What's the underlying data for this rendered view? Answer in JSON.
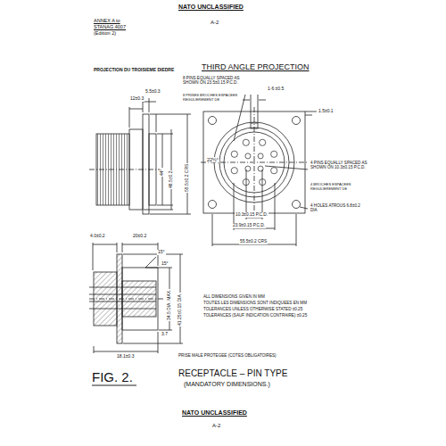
{
  "diagram": {
    "labels": [
      "NATO UNCLASSIFIED",
      "ANNEX A to",
      "STANAG 4007",
      "(Edition 2)",
      "A-2",
      "PROJECTION DU TROISIEME DIEDRE",
      "THIRD ANGLE PROJECTION",
      "8 PINS EQUALLY SPACED AS SHOWN ON 23.5±0.15 P.C.D.",
      "8 PRISES BROCHES ESPACEES REGULIEREMENT DE",
      "1·6 ±0.5",
      "1.5±0.1",
      "12±0.3",
      "5.5±0.3",
      "44°",
      "46.5±0.2",
      "55.5±0.2 CRS",
      "22½°",
      "4 PINS EQUALLY SPACED AS SHOWN ON 10.3±0.15 P.C.D.",
      "4 BROCHES ESPACEES REGULIEREMENT DE",
      "10.3±0.15 P.C.D.",
      "23.9±0.15 P.C.D.",
      "55.5±0.2 CRS",
      "4 HOLES ATROUS 6.8±0.2 DIA",
      "4.0±0.2",
      "20±0.2",
      "15°",
      "15°",
      "34.5 DIA. MAX.",
      "41.25±0.15 DIA.",
      "3.7",
      "18.1±0.3",
      "ALL DIMENSIONS GIVEN IN MM",
      "TOUTES LES DIMENSIONS SONT INDIQUEES EN MM",
      "TOLERANCES UNLESS OTHERWISE STATED ±0.25",
      "TOLERANCES (SAUF INDICATION CONTRAIRE) ±0.25",
      "PRISE MALE PROTEGEE (COTES OBLIGATOIRES)",
      "FIG. 2.",
      "RECEPTACLE – PIN TYPE",
      "(MANDATORY DIMENSIONS.)",
      "NATO UNCLASSIFIED",
      "A-2"
    ]
  }
}
